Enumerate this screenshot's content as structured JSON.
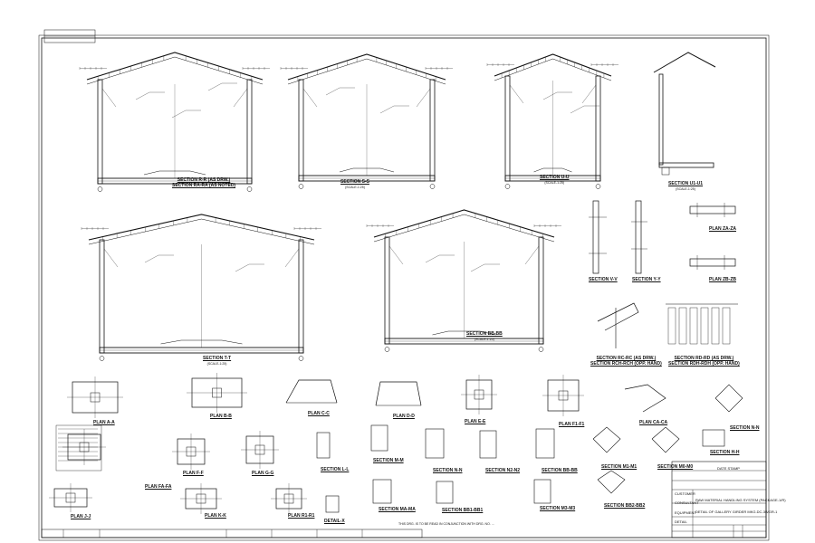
{
  "drawing": {
    "scale_text": "(SCALE-1:25)",
    "section_labels": {
      "rr": "SECTION R-R (AS DRW.)",
      "rara": "SECTION RA-RA (AS NOTED)",
      "ss": "SECTION S-S",
      "uu": "SECTION U-U",
      "u1u1": "SECTION U1-U1",
      "tt": "SECTION T-T",
      "bb": "SECTION BB-BB",
      "vv": "SECTION V-V",
      "yy": "SECTION Y-Y",
      "za": "PLAN ZA-ZA",
      "zb": "PLAN ZB-ZB",
      "rc": "SECTION RC-RC (AS DRW.)",
      "rch": "SECTION RCH-RCH (OPP. HAND)",
      "rd": "SECTION RD-RD (AS DRW.)",
      "rdh": "SECTION RDH-RDH (OPP. HAND)",
      "aa": "PLAN A-A",
      "bbp": "PLAN B-B",
      "cc": "PLAN C-C",
      "dd": "PLAN D-D",
      "ee": "PLAN E-E",
      "fa": "PLAN FA-FA",
      "ff": "PLAN F-F",
      "gg": "PLAN G-G",
      "hh": "SECTION H-H",
      "kk": "PLAN K-K",
      "ll": "SECTION L-L",
      "mm": "SECTION M-M",
      "nn": "SECTION N-N",
      "n2": "SECTION N2-N2",
      "bbs": "SECTION BB-BB",
      "b1": "SECTION BB1-BB1",
      "jj": "PLAN J-J",
      "r1": "PLAN R1-R1",
      "detx": "DETAIL-X",
      "ma": "SECTION MA-MA",
      "m3": "SECTION M3-M3",
      "bb2": "SECTION BB2-BB2",
      "cae": "PLAN CA-CA",
      "f1": "PLAN F1-F1",
      "m1": "SECTION M1-M1",
      "m0": "SECTION M0-M0",
      "nb": "SECTION N-N"
    },
    "note_text": "THIS DRG. IS TO BE READ IN CONJUNCTION WITH DRG. NO. ...",
    "title_block": {
      "project": "RAW MATERIAL HANDLING SYSTEM (PACKAGE-1/R)",
      "title": "DETAIL OF GALLERY GIRDER MKG.DC-3B/GR-1",
      "customer": "CUSTOMER",
      "consultant": "CONSULTANT",
      "equipment": "EQUIPMENT",
      "detail": "DETAIL",
      "date_stamp": "DATE STAMP"
    }
  }
}
